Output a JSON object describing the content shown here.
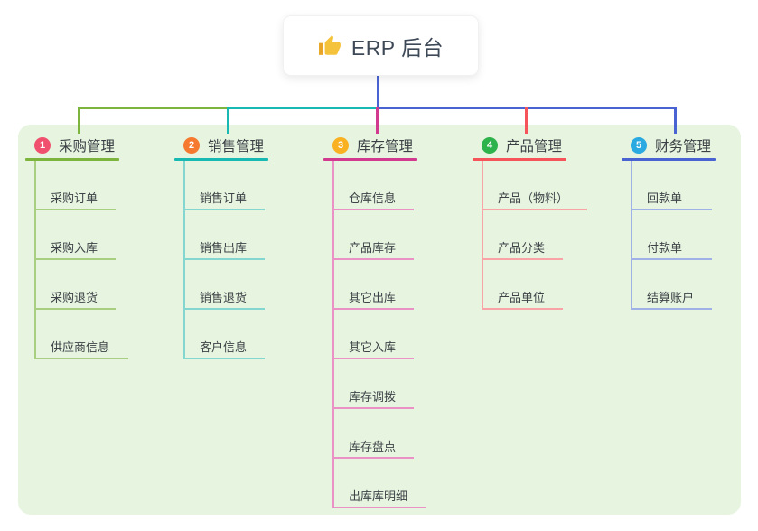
{
  "root": {
    "title": "ERP 后台",
    "icon": "thumbs-up-icon"
  },
  "colors": {
    "panel_bg": "#e6f4e0",
    "stem": "#4a63d2",
    "bus_segments": [
      "#7db43e",
      "#18b9b3",
      "#4a63d2"
    ]
  },
  "branches": [
    {
      "number": "1",
      "label": "采购管理",
      "circle_color": "#f0506e",
      "line_color": "#7db43e",
      "child_line_color": "#a8cf80",
      "children": [
        "采购订单",
        "采购入库",
        "采购退货",
        "供应商信息"
      ]
    },
    {
      "number": "2",
      "label": "销售管理",
      "circle_color": "#f57a30",
      "line_color": "#18b9b3",
      "child_line_color": "#84d6d1",
      "children": [
        "销售订单",
        "销售出库",
        "销售退货",
        "客户信息"
      ]
    },
    {
      "number": "3",
      "label": "库存管理",
      "circle_color": "#f9b122",
      "line_color": "#d23a8f",
      "child_line_color": "#ea92c6",
      "children": [
        "仓库信息",
        "产品库存",
        "其它出库",
        "其它入库",
        "库存调拨",
        "库存盘点",
        "出库库明细"
      ]
    },
    {
      "number": "4",
      "label": "产品管理",
      "circle_color": "#2eb24b",
      "line_color": "#f4545a",
      "child_line_color": "#f9a3a6",
      "children": [
        "产品（物料）",
        "产品分类",
        "产品单位"
      ]
    },
    {
      "number": "5",
      "label": "财务管理",
      "circle_color": "#2aaae0",
      "line_color": "#4a63d2",
      "child_line_color": "#9fb1e6",
      "children": [
        "回款单",
        "付款单",
        "结算账户"
      ]
    }
  ]
}
